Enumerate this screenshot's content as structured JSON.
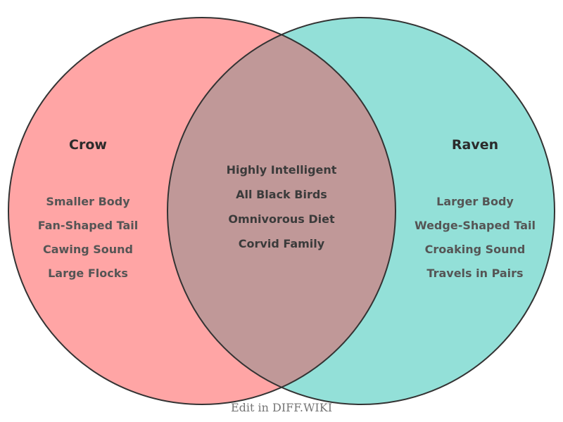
{
  "diagram": {
    "type": "venn",
    "stroke_color": "#333333",
    "left": {
      "label": "Crow",
      "fill": "#ffa5a5",
      "items": [
        "Smaller Body",
        "Fan-Shaped Tail",
        "Cawing Sound",
        "Large Flocks"
      ]
    },
    "right": {
      "label": "Raven",
      "fill": "#93e0d8",
      "items": [
        "Larger Body",
        "Wedge-Shaped Tail",
        "Croaking Sound",
        "Travels in Pairs"
      ]
    },
    "overlap": {
      "fill": "#c09898",
      "items": [
        "Highly Intelligent",
        "All Black Birds",
        "Omnivorous Diet",
        "Corvid Family"
      ]
    }
  },
  "footer": {
    "edit_label": "Edit in DIFF.WIKI"
  }
}
